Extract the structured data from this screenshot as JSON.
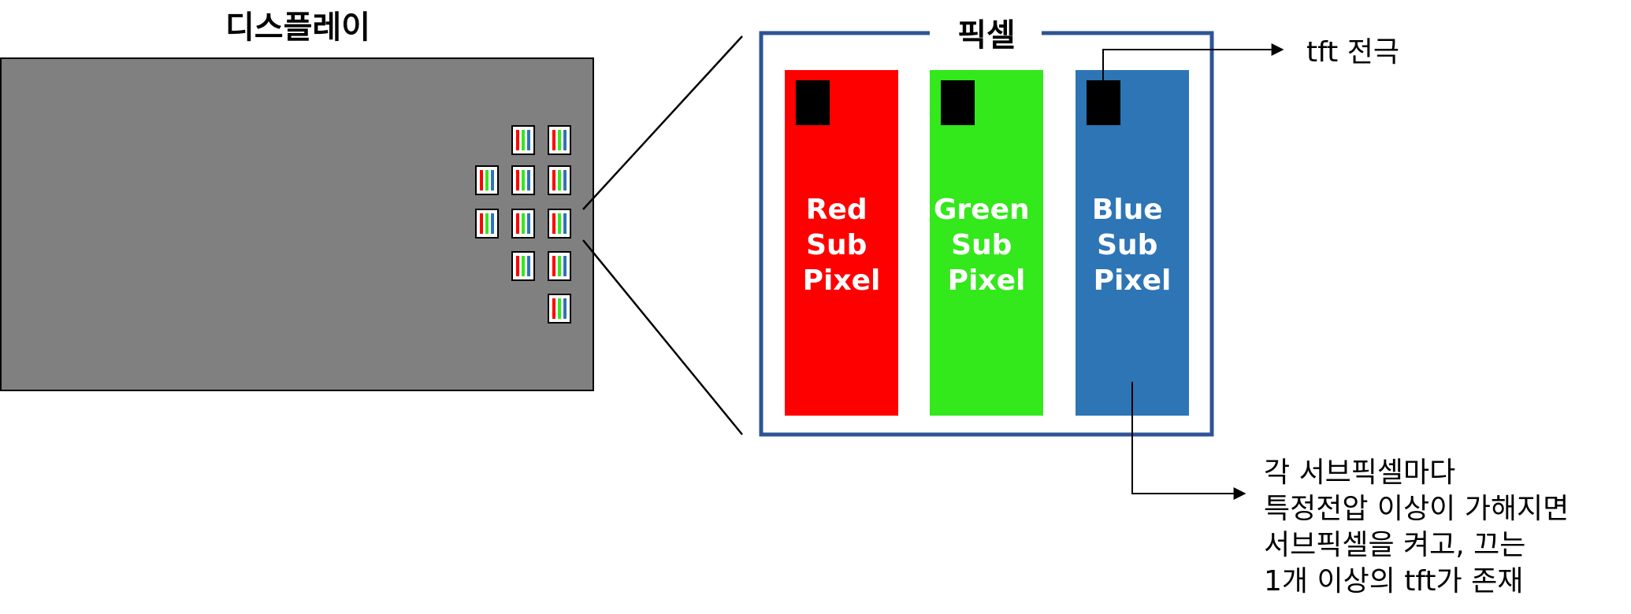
{
  "display": {
    "title": "디스플레이",
    "panel_color": "#808080",
    "pixel_icons": 11
  },
  "pixel": {
    "title": "픽셀",
    "frame_color": "#2f5496",
    "subpixels": [
      {
        "lines": [
          "Red",
          "Sub",
          "Pixel"
        ],
        "color": "#ff0000"
      },
      {
        "lines": [
          "Green",
          "Sub",
          "Pixel"
        ],
        "color": "#33e81b"
      },
      {
        "lines": [
          "Blue",
          "Sub",
          "Pixel"
        ],
        "color": "#2e75b6"
      }
    ],
    "tft_color": "#000000"
  },
  "annotations": {
    "tft_label": "tft 전극",
    "note_lines": [
      "각 서브픽셀마다",
      "특정전압 이상이 가해지면",
      "서브픽셀을 켜고, 끄는",
      "1개 이상의 tft가 존재"
    ]
  }
}
